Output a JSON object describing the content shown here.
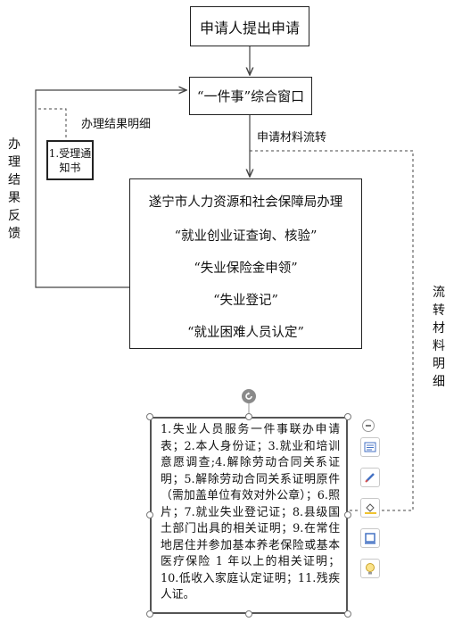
{
  "nodes": {
    "applicant": "申请人提出申请",
    "window": "“一件事”综合窗口",
    "notice": "1.受理通知书",
    "bureau": {
      "title": "遂宁市人力资源和社会保障局办理",
      "items": [
        "“就业创业证查询、核验”",
        "“失业保险金申领”",
        "“失业登记”",
        "“就业困难人员认定”"
      ]
    }
  },
  "labels": {
    "result_detail": "办理结果明细",
    "material_flow": "申请材料流转",
    "result_feedback": "办理结果反馈",
    "material_detail": "流转材料明细"
  },
  "documents": "1.失业人员服务一件事联办申请表；2.本人身份证；3.就业和培训意愿调查;4.解除劳动合同关系证明；5.解除劳动合同关系证明原件（需加盖单位有效对外公章）；6.照片；7.就业失业登记证；8.县级国土部门出具的相关证明；9.在常住地居住并参加基本养老保险或基本医疗保险 1 年以上的相关证明；10.低收入家庭认定证明；11.残疾人证。",
  "toolbar": {
    "icons": [
      "collapse-icon",
      "layout-options-icon",
      "style-brush-icon",
      "fill-bucket-icon",
      "outline-icon",
      "ideas-icon"
    ]
  }
}
